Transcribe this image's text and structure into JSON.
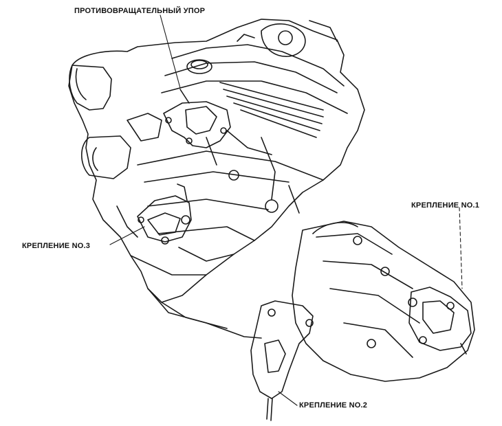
{
  "labels": {
    "anti_rotation_stop": "ПРОТИВОВРАЩАТЕЛЬНЫЙ УПОР",
    "mount_no3": "КРЕПЛЕНИЕ NO.3",
    "mount_no1": "КРЕПЛЕНИЕ NO.1",
    "mount_no2": "КРЕПЛЕНИЕ NO.2"
  },
  "colors": {
    "ink": "#1a1a1a",
    "background": "#ffffff"
  }
}
